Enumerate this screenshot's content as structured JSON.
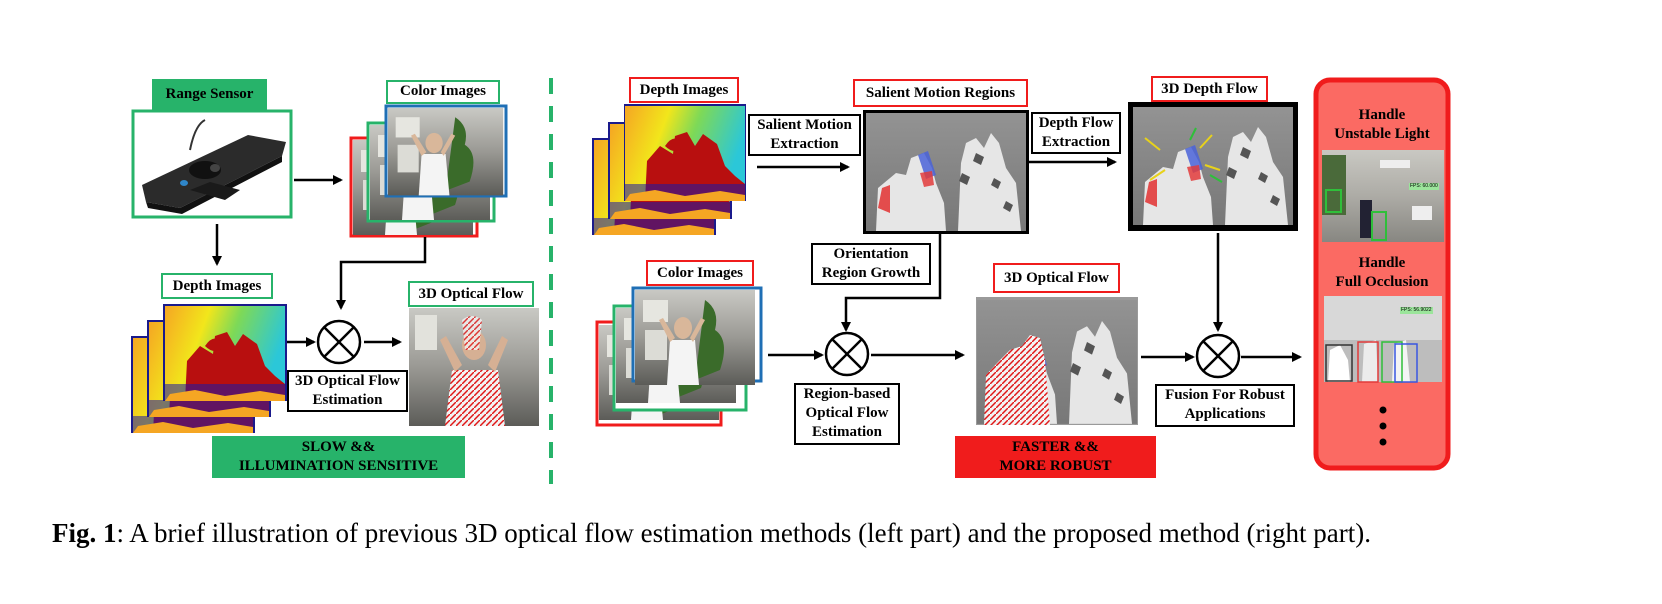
{
  "left_part": {
    "range_sensor": "Range Sensor",
    "color_images": "Color Images",
    "depth_images": "Depth Images",
    "optical_flow_3d": "3D Optical Flow",
    "estimation_label_line1": "3D Optical Flow",
    "estimation_label_line2": "Estimation",
    "verdict_line1": "SLOW &&",
    "verdict_line2": "ILLUMINATION SENSITIVE"
  },
  "right_part": {
    "depth_images": "Depth Images",
    "salient_motion_regions": "Salient Motion Regions",
    "depth_flow_3d": "3D Depth Flow",
    "salient_extraction_line1": "Salient Motion",
    "salient_extraction_line2": "Extraction",
    "depth_flow_extraction_line1": "Depth Flow",
    "depth_flow_extraction_line2": "Extraction",
    "orientation_line1": "Orientation",
    "orientation_line2": "Region Growth",
    "color_images": "Color Images",
    "optical_flow_3d": "3D Optical Flow",
    "region_based_line1": "Region-based",
    "region_based_line2": "Optical Flow",
    "region_based_line3": "Estimation",
    "fusion_line1": "Fusion For Robust",
    "fusion_line2": "Applications",
    "verdict_line1": "FASTER &&",
    "verdict_line2": "MORE ROBUST"
  },
  "applications": {
    "item1_line1": "Handle",
    "item1_line2": "Unstable Light",
    "item2_line1": "Handle",
    "item2_line2": "Full Occlusion",
    "fps1": "FPS: 60.000",
    "fps2": "FPS: 56.9022"
  },
  "caption": {
    "label": "Fig. 1",
    "text": ": A brief illustration of previous 3D optical flow estimation methods (left part) and the proposed method (right part)."
  },
  "colors": {
    "green": "#27b36a",
    "red": "#f01c1c",
    "blue": "#1f6fb5",
    "navy": "#1a1a8c",
    "panel_red": "#fb6a63"
  }
}
